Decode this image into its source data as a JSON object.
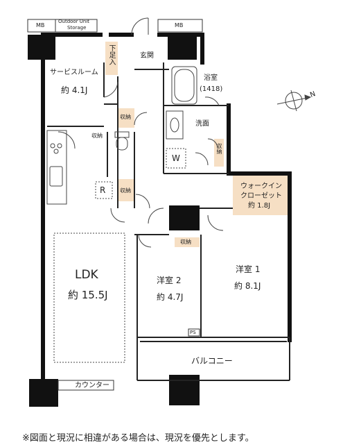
{
  "labels": {
    "mb_left": "MB",
    "outdoor_storage": "Outdoor Unit\nStorage",
    "outdoor_storage_l1": "Outdoor Unit",
    "outdoor_storage_l2": "Storage",
    "mb_right": "MB",
    "shoe_storage": "下足入",
    "entrance": "玄関",
    "service_room": "サービスルーム",
    "service_room_size": "約 4.1J",
    "bathroom": "浴室",
    "bathroom_size": "(1418)",
    "washroom": "洗面",
    "washer": "W",
    "storage1": "収納",
    "storage2": "収納",
    "storage3": "収納",
    "storage4": "収納",
    "storage5": "収納",
    "refrigerator": "R",
    "walkin_l1": "ウォークイン",
    "walkin_l2": "クローゼット",
    "walkin_size": "約 1.8J",
    "ldk": "LDK",
    "ldk_size": "約 15.5J",
    "western2": "洋室 2",
    "western2_size": "約 4.7J",
    "western1": "洋室 1",
    "western1_size": "約 8.1J",
    "ps": "PS",
    "balcony": "バルコニー",
    "counter": "カウンター",
    "north": "N"
  },
  "footnote": "※図面と現況に相違がある場合は、現況を優先とします。",
  "colors": {
    "wall": "#111111",
    "closet_fill": "#f6dfc4",
    "line": "#333333"
  }
}
